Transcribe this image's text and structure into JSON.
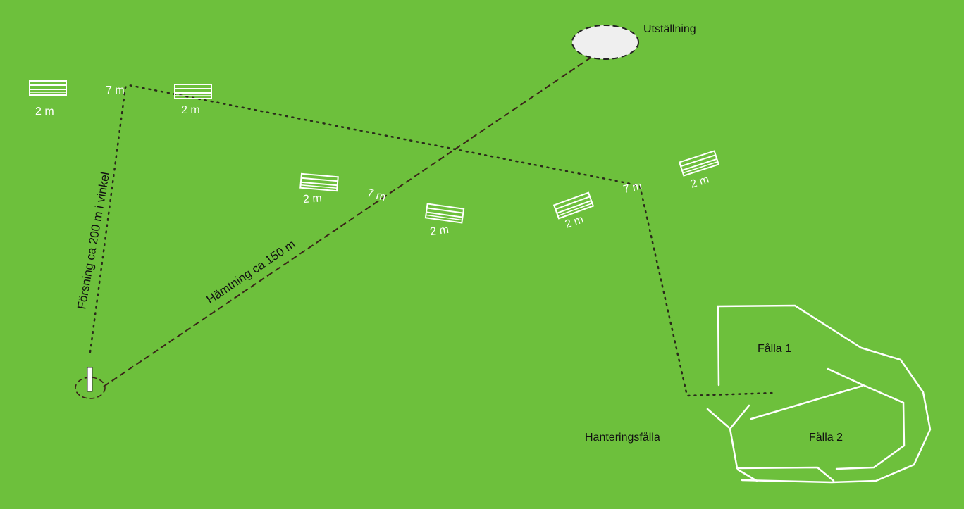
{
  "colors": {
    "field": "#6dc03c",
    "fence": "#ffffff",
    "outrun_path": "#2a2a1a",
    "fetch_path": "#3a2418",
    "exhaust": "#f0f0f0"
  },
  "labels": {
    "exhaust": "Utställning",
    "outrun": "Försning ca 200 m i vinkel",
    "fetch": "Hämtning ca 150 m",
    "pen1": "Fålla 1",
    "pen2": "Fålla 2",
    "handling_pen": "Hanteringsfålla",
    "gate_width": "2 m",
    "gate_gap": "7 m"
  },
  "course": {
    "outrun_icon": "dotted-line",
    "fetch_icon": "dashed-line",
    "gate_icon": "fence-gate-icon",
    "post_icon": "post-icon",
    "exhaust_icon": "ellipse-area"
  }
}
